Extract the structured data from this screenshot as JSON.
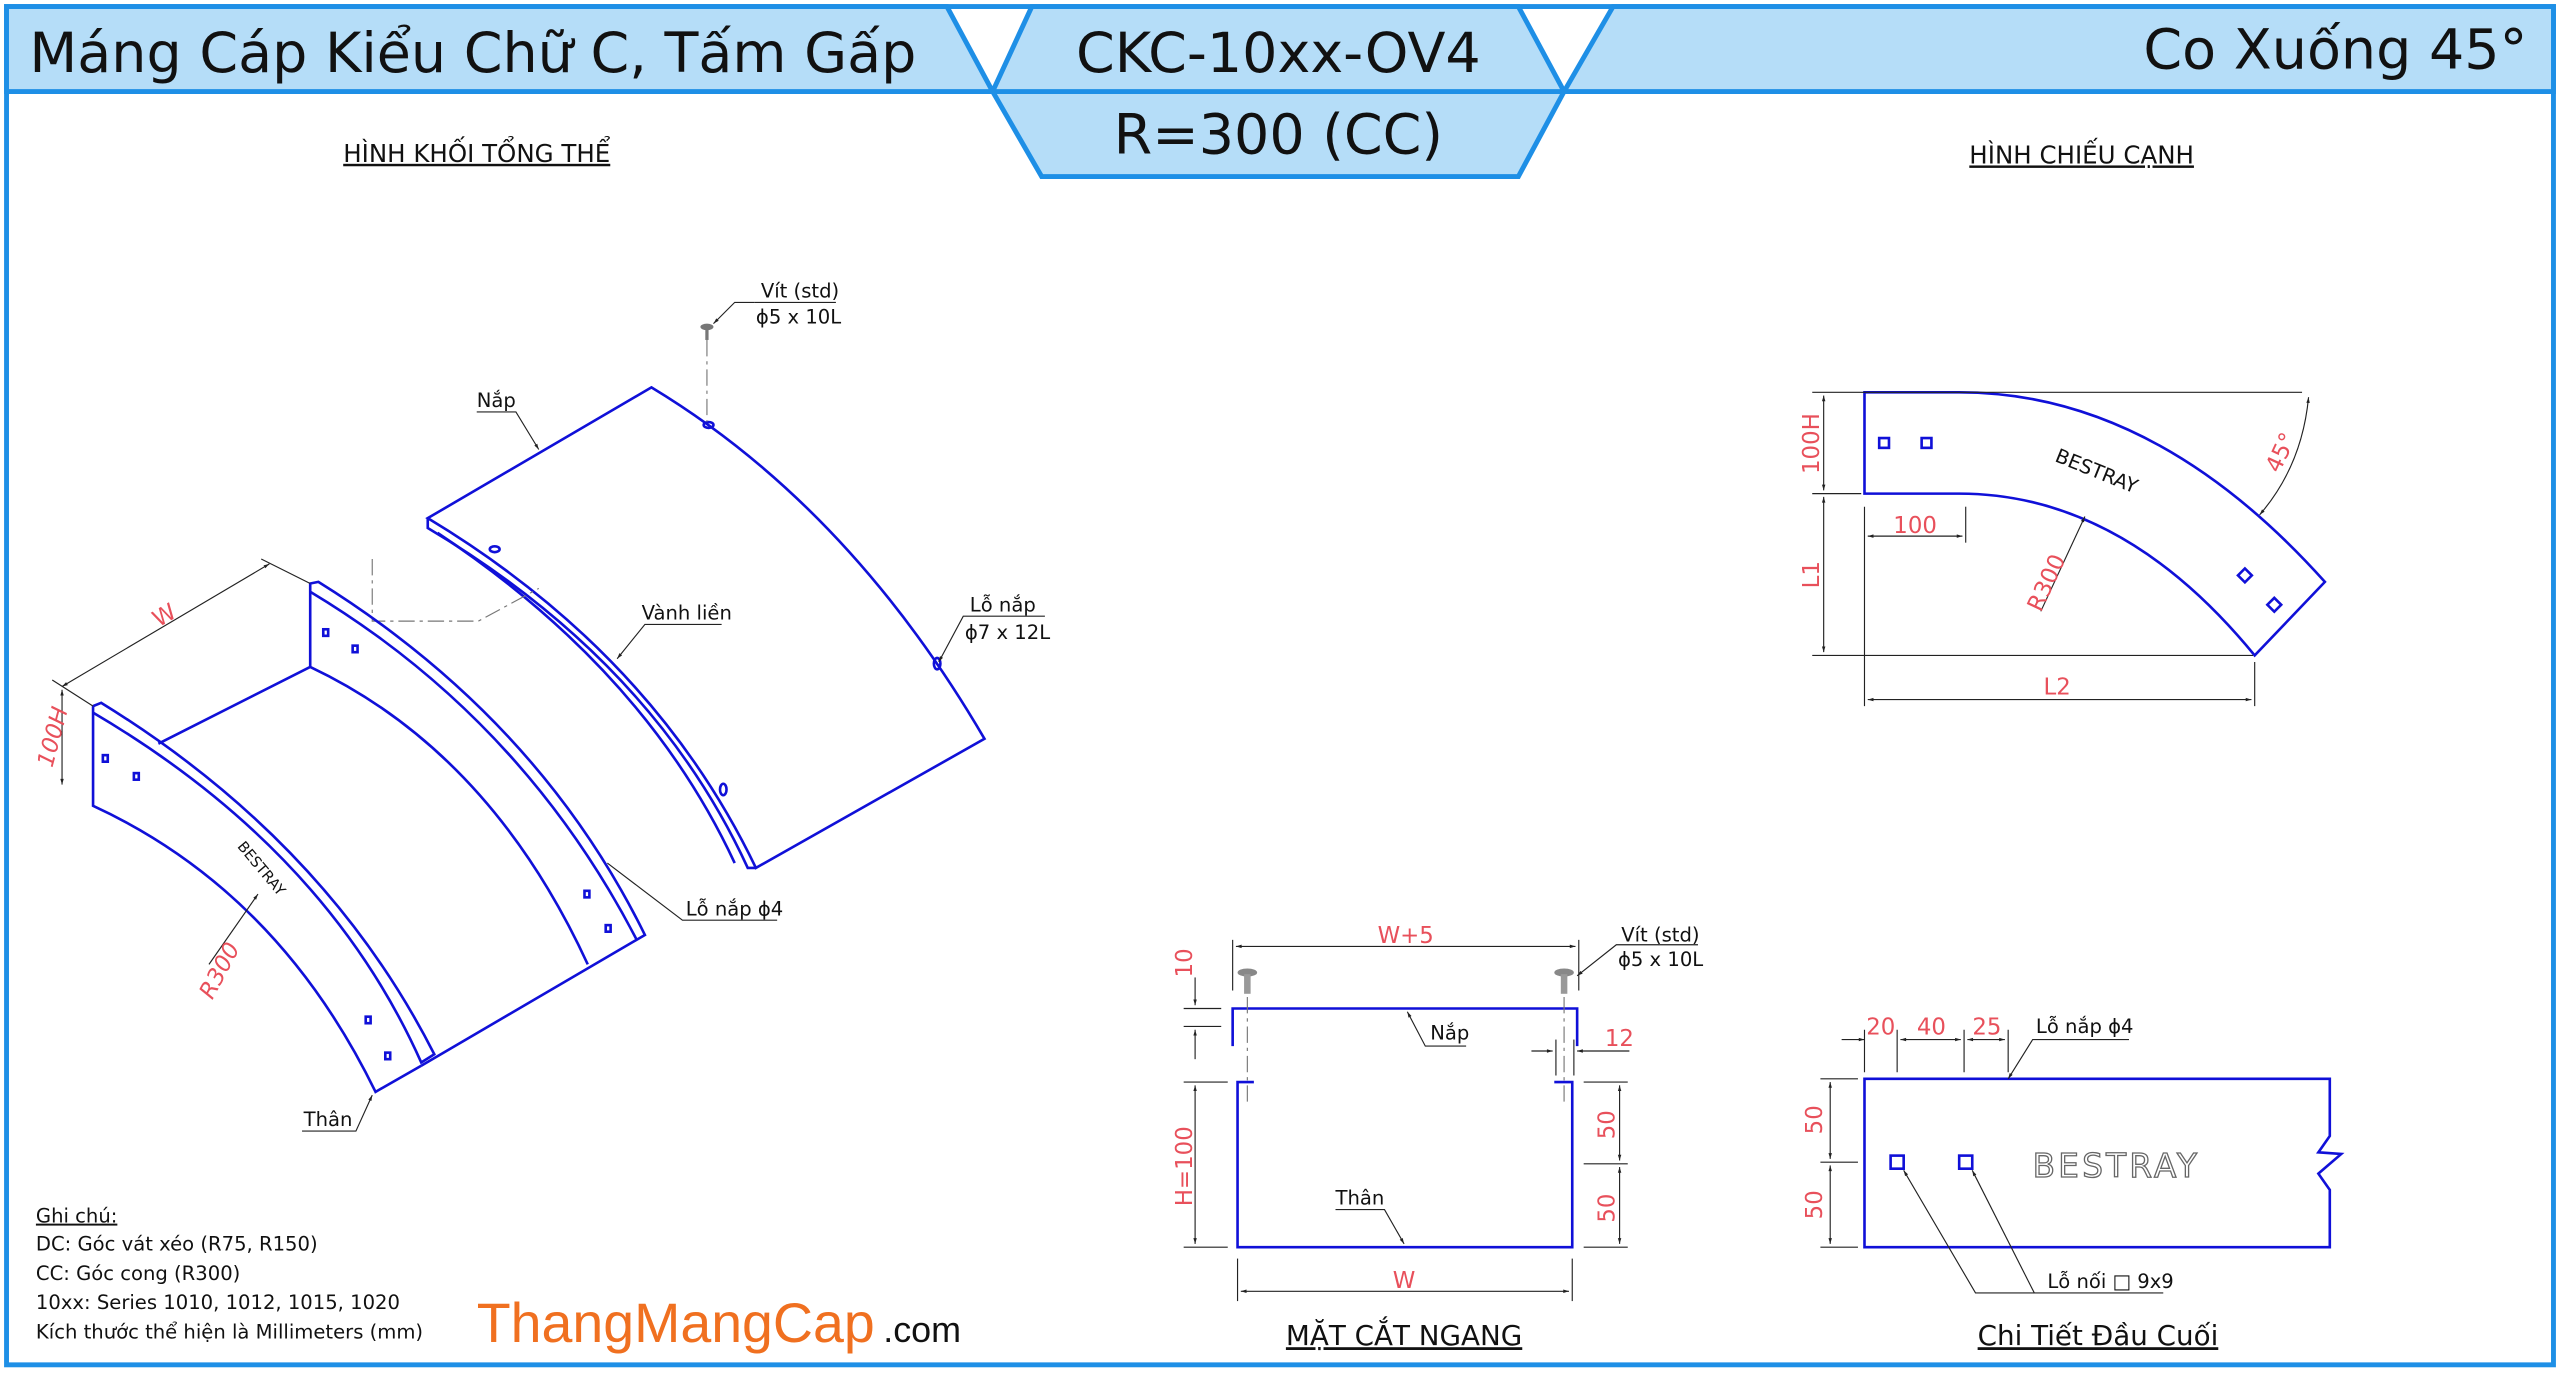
{
  "header": {
    "title_left": "Máng Cáp Kiểu Chữ C, Tấm Gấp",
    "model_code": "CKC-10xx-OV4",
    "radius_type": "R=300 (CC)",
    "title_right": "Co Xuống 45°"
  },
  "colors": {
    "frame": "#1e8fe6",
    "header_fill": "#b5ddf8",
    "part_line": "#1010d8",
    "dimension_text": "#e8505b",
    "logo": "#f07020"
  },
  "isometric": {
    "title": "HÌNH KHỐI TỔNG THỂ",
    "screw_label_1": "Vít (std)",
    "screw_label_2": "ϕ5 x 10L",
    "cover_label": "Nắp",
    "rim_label": "Vành liền",
    "cover_hole_label_1": "Lỗ nắp",
    "cover_hole_label_2": "ϕ7 x 12L",
    "cover_hole_small_label": "Lỗ nắp ϕ4",
    "body_label": "Thân",
    "dim_width": "W",
    "dim_height": "100H",
    "dim_radius": "R300",
    "brand": "BESTRAY"
  },
  "side_view": {
    "title": "HÌNH CHIẾU CẠNH",
    "dim_height": "100H",
    "dim_100": "100",
    "dim_l1": "L1",
    "dim_l2": "L2",
    "dim_radius": "R300",
    "dim_angle": "45°",
    "brand": "BESTRAY"
  },
  "cross_section": {
    "title": "MẶT CẮT NGANG",
    "dim_top_width": "W+5",
    "dim_width": "W",
    "dim_10": "10",
    "dim_12": "12",
    "dim_height": "H=100",
    "dim_50_top": "50",
    "dim_50_bottom": "50",
    "cover_label": "Nắp",
    "body_label": "Thân",
    "screw_label_1": "Vít (std)",
    "screw_label_2": "ϕ5 x 10L"
  },
  "end_detail": {
    "title": "Chi Tiết Đầu Cuối",
    "dim_20": "20",
    "dim_40": "40",
    "dim_25": "25",
    "dim_50_top": "50",
    "dim_50_bottom": "50",
    "cover_hole_label": "Lỗ nắp ϕ4",
    "joint_hole_label": "Lỗ nối □ 9x9",
    "brand": "BESTRAY"
  },
  "notes": {
    "heading": "Ghi chú:",
    "lines": [
      "DC: Góc vát xéo (R75, R150)",
      "CC: Góc cong (R300)",
      "10xx: Series 1010, 1012, 1015, 1020",
      "Kích thước thể hiện là Millimeters (mm)"
    ]
  },
  "logo": {
    "main": "ThangMangCap",
    "suffix": ".com"
  }
}
